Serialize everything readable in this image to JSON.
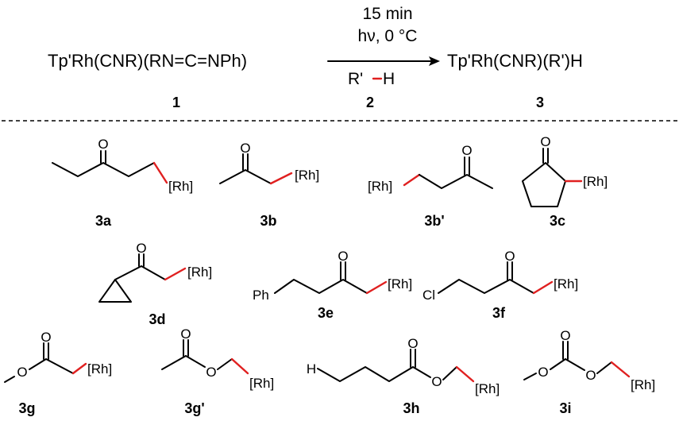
{
  "scheme": {
    "reactant": "Tp'Rh(CNR)(RN=C=NPh)",
    "reactant_label": "1",
    "conditions_time": "15 min",
    "conditions_light": "hν, 0 °C",
    "reagent_R": "R'",
    "reagent_H": "H",
    "reagent_label": "2",
    "product": "Tp'Rh(CNR)(R')H",
    "product_label": "3"
  },
  "atoms": {
    "O": "O",
    "Rh": "[Rh]",
    "Ph": "Ph",
    "Cl": "Cl",
    "H": "H"
  },
  "compounds": [
    {
      "id": "3a",
      "label": "3a"
    },
    {
      "id": "3b",
      "label": "3b"
    },
    {
      "id": "3b-prime",
      "label": "3b'"
    },
    {
      "id": "3c",
      "label": "3c"
    },
    {
      "id": "3d",
      "label": "3d"
    },
    {
      "id": "3e",
      "label": "3e"
    },
    {
      "id": "3f",
      "label": "3f"
    },
    {
      "id": "3g",
      "label": "3g"
    },
    {
      "id": "3g-prime",
      "label": "3g'"
    },
    {
      "id": "3h",
      "label": "3h"
    },
    {
      "id": "3i",
      "label": "3i"
    }
  ],
  "colors": {
    "bond": "#000000",
    "activated_bond": "#e02020"
  }
}
